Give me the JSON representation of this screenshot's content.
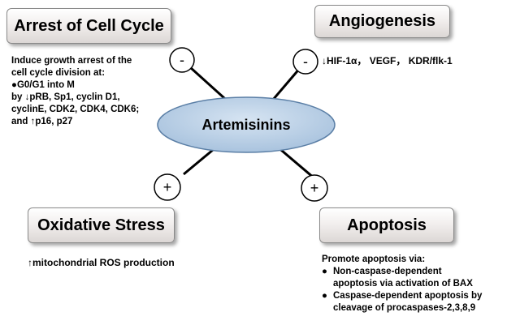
{
  "center": {
    "label": "Artemisinins"
  },
  "boxes": {
    "arrest": "Arrest of Cell Cycle",
    "angiogenesis": "Angiogenesis",
    "oxidative": "Oxidative Stress",
    "apoptosis": "Apoptosis"
  },
  "signs": {
    "arrest": "-",
    "angiogenesis": "-",
    "oxidative": "+",
    "apoptosis": "+"
  },
  "arrest_text": {
    "line1": "Induce growth arrest of the",
    "line2": "cell cycle division at:",
    "bullet": "●",
    "line3": "G0/G1 into M",
    "line4": "by ↓pRB, Sp1, cyclin D1,",
    "line5": "cyclinE, CDK2, CDK4, CDK6;",
    "line6": "and ↑p16, p27"
  },
  "angiogenesis_text": "↓HIF-1α， VEGF， KDR/flk-1",
  "oxidative_text": "↑mitochondrial ROS production",
  "apoptosis_text": {
    "intro": "Promote apoptosis via:",
    "bullet": "●",
    "item1_line1": "Non-caspase-dependent",
    "item1_line2": "apoptosis via activation of BAX",
    "item2_line1": "Caspase-dependent apoptosis by",
    "item2_line2": "cleavage of procaspases-2,3,8,9"
  }
}
